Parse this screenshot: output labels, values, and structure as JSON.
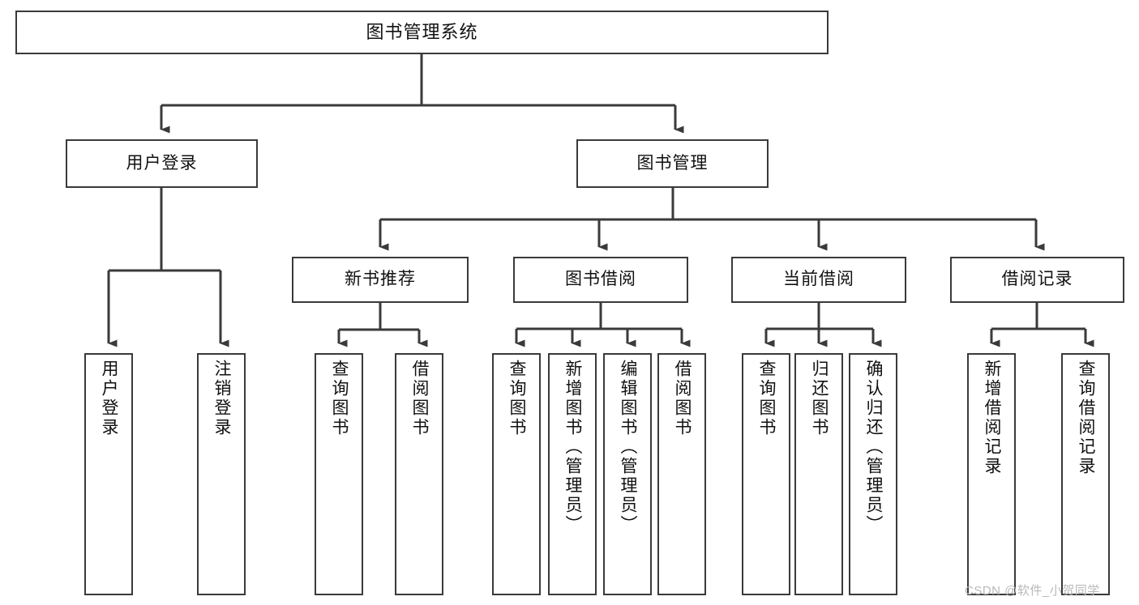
{
  "diagram": {
    "title": "图书管理系统",
    "type": "tree-hierarchy-chart",
    "watermark": "CSDN @软件_小贺同学",
    "line_color": "#3a3a3a",
    "box_fill": "#ffffff",
    "text_color": "#111111"
  },
  "nodes": {
    "root": {
      "label": "图书管理系统"
    },
    "level1": [
      {
        "label": "用户登录"
      },
      {
        "label": "图书管理"
      }
    ],
    "level2": [
      {
        "label": "新书推荐"
      },
      {
        "label": "图书借阅"
      },
      {
        "label": "当前借阅"
      },
      {
        "label": "借阅记录"
      }
    ],
    "leaves": {
      "user_login": [
        {
          "label": "用户登录"
        },
        {
          "label": "注销登录"
        }
      ],
      "new_book_recommend": [
        {
          "label": "查询图书"
        },
        {
          "label": "借阅图书"
        }
      ],
      "book_borrow": [
        {
          "label": "查询图书"
        },
        {
          "label": "新增图书（管理员）"
        },
        {
          "label": "编辑图书（管理员）"
        },
        {
          "label": "借阅图书"
        }
      ],
      "current_borrow": [
        {
          "label": "查询图书"
        },
        {
          "label": "归还图书"
        },
        {
          "label": "确认归还（管理员）"
        }
      ],
      "borrow_record": [
        {
          "label": "新增借阅记录"
        },
        {
          "label": "查询借阅记录"
        }
      ]
    }
  }
}
